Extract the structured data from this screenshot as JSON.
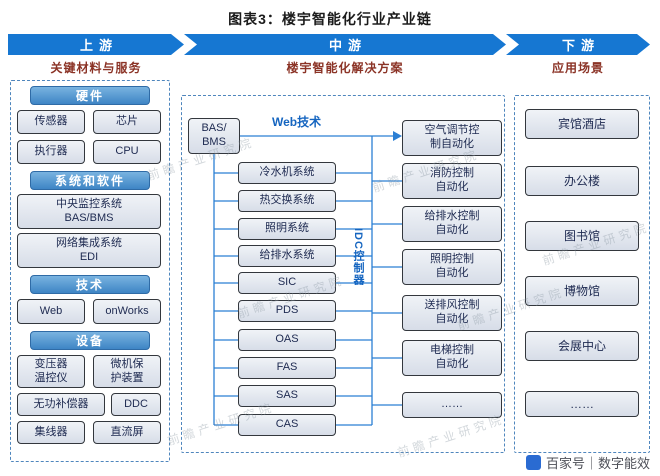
{
  "title": "图表3：楼宇智能化行业产业链",
  "banners": [
    {
      "label": "上游",
      "sublabel": "关键材料与服务"
    },
    {
      "label": "中游",
      "sublabel": "楼宇智能化解决方案"
    },
    {
      "label": "下游",
      "sublabel": "应用场景"
    }
  ],
  "upstream": {
    "groups": [
      {
        "header": "硬件",
        "items": [
          "传感器",
          "芯片",
          "执行器",
          "CPU"
        ]
      },
      {
        "header": "系统和软件",
        "items": [
          "中央监控系统\nBAS/BMS",
          "网络集成系统\nEDI"
        ]
      },
      {
        "header": "技术",
        "items": [
          "Web",
          "onWorks"
        ]
      },
      {
        "header": "设备",
        "items": [
          "变压器\n温控仪",
          "微机保\n护装置",
          "无功补偿器",
          "DDC",
          "集线器",
          "直流屏"
        ]
      }
    ]
  },
  "midstream": {
    "bas": "BAS/\nBMS",
    "web_tech": "Web技术",
    "controller": "IDC控制器",
    "systems": [
      "冷水机系统",
      "热交换系统",
      "照明系统",
      "给排水系统",
      "SIC",
      "PDS",
      "OAS",
      "FAS",
      "SAS",
      "CAS"
    ],
    "automation": [
      "空气调节控\n制自动化",
      "消防控制\n自动化",
      "给排水控制\n自动化",
      "照明控制\n自动化",
      "送排风控制\n自动化",
      "电梯控制\n自动化",
      "……"
    ]
  },
  "downstream": {
    "items": [
      "宾馆酒店",
      "办公楼",
      "图书馆",
      "博物馆",
      "会展中心",
      "……"
    ]
  },
  "watermark": "前瞻产业研究院",
  "footer": {
    "text": "百家号｜数字能效"
  }
}
